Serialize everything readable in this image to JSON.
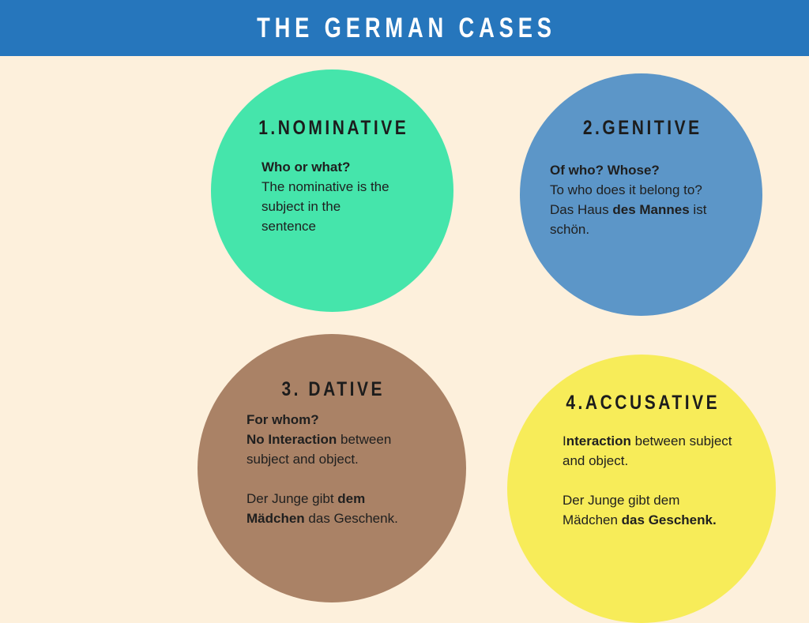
{
  "header": {
    "title": "THE GERMAN CASES",
    "background_color": "#2676bc",
    "text_color": "#ffffff"
  },
  "page": {
    "background_color": "#fdf0dc"
  },
  "cases": [
    {
      "id": "nominative",
      "title": "1.NOMINATIVE",
      "color": "#45e5ab",
      "question": "Who or what?",
      "lines": [
        "The nominative is the subject in the sentence"
      ]
    },
    {
      "id": "genitive",
      "title": "2.GENITIVE",
      "color": "#5c96c8",
      "question": "Of who? Whose?",
      "lines": [
        "To who does it belong to?",
        "Das Haus des Mannes ist schön."
      ],
      "bold_fragments": [
        "des Mannes"
      ]
    },
    {
      "id": "dative",
      "title": "3. DATIVE",
      "color": "#aa8266",
      "question": "For whom?",
      "lines": [
        "No Interaction between subject and object.",
        "Der Junge gibt dem Mädchen das Geschenk."
      ],
      "bold_fragments": [
        "No Interaction",
        "dem Mädchen"
      ]
    },
    {
      "id": "accusative",
      "title": "4.ACCUSATIVE",
      "color": "#f7ec59",
      "question": "",
      "lines": [
        "Interaction between subject and object.",
        "Der Junge gibt dem Mädchen das Geschenk."
      ],
      "bold_fragments": [
        "nteraction",
        "das Geschenk."
      ]
    }
  ],
  "rich_text": {
    "nominative_question": "Who or what?",
    "nominative_desc_line1": "The nominative is the",
    "nominative_desc_line2": "subject in the",
    "nominative_desc_line3": "sentence",
    "genitive_question": "Of who? Whose?",
    "genitive_desc_line1": "To who does it belong to?",
    "genitive_desc_line2_a": "Das Haus ",
    "genitive_desc_line2_b": "des Mannes",
    "genitive_desc_line2_c": " ist",
    "genitive_desc_line3": "schön.",
    "dative_question": "For whom?",
    "dative_desc_line1_a": "No Interaction",
    "dative_desc_line1_b": " between",
    "dative_desc_line2": "subject and object.",
    "dative_example_a": "Der Junge gibt ",
    "dative_example_b": "dem",
    "dative_example_c": "Mädchen",
    "dative_example_d": " das Geschenk.",
    "accusative_desc_a": "I",
    "accusative_desc_b": "nteraction",
    "accusative_desc_c": " between subject",
    "accusative_desc_d": "and object.",
    "accusative_example_a": "Der Junge gibt dem",
    "accusative_example_b": "Mädchen ",
    "accusative_example_c": "das Geschenk."
  }
}
